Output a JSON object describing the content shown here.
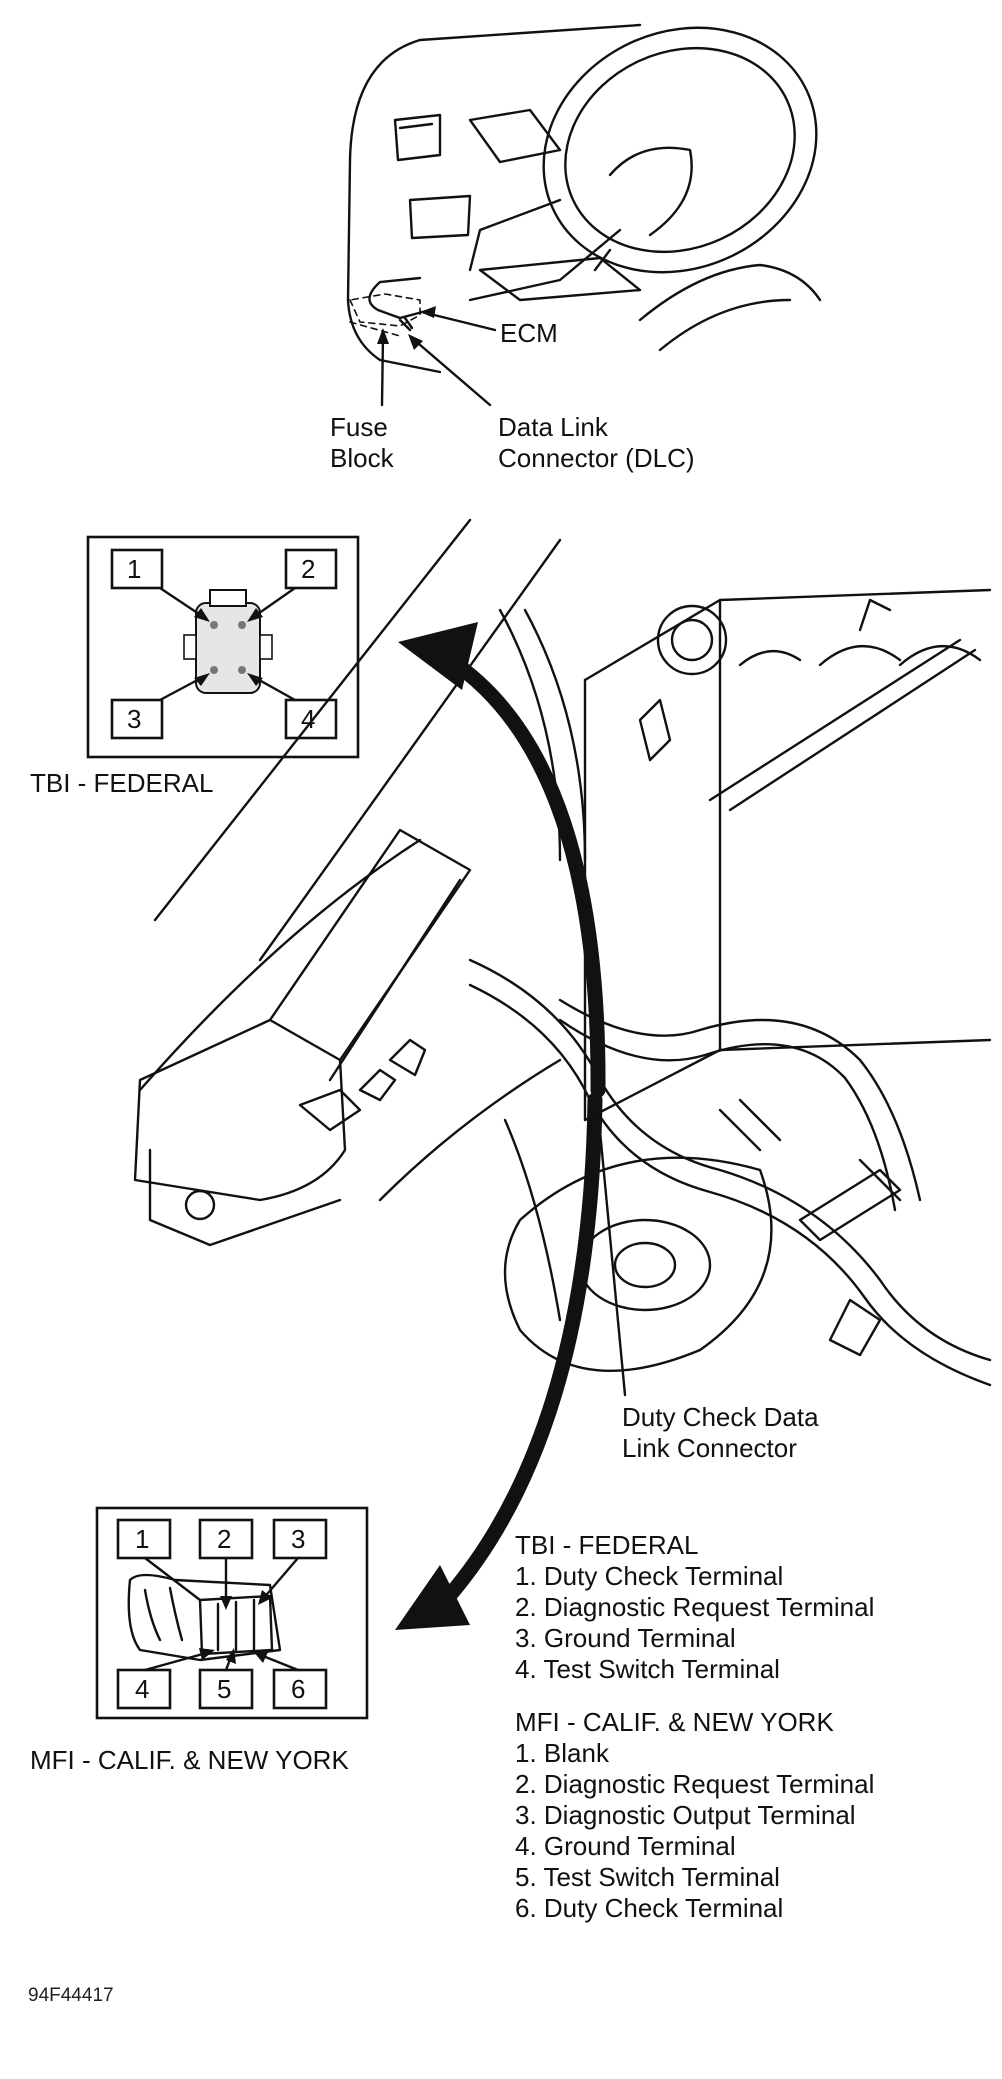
{
  "top_callouts": {
    "ecm": "ECM",
    "fuse_block_line1": "Fuse",
    "fuse_block_line2": "Block",
    "dlc_line1": "Data Link",
    "dlc_line2": "Connector (DLC)"
  },
  "tbi_inset": {
    "caption": "TBI - FEDERAL",
    "pins": [
      "1",
      "2",
      "3",
      "4"
    ]
  },
  "mfi_inset": {
    "caption": "MFI - CALIF. & NEW YORK",
    "pins": [
      "1",
      "2",
      "3",
      "4",
      "5",
      "6"
    ]
  },
  "engine_callout": {
    "line1": "Duty Check Data",
    "line2": "Link Connector"
  },
  "legend": {
    "tbi_title": "TBI - FEDERAL",
    "tbi_items": [
      "1. Duty Check Terminal",
      "2. Diagnostic Request Terminal",
      "3. Ground Terminal",
      "4. Test Switch Terminal"
    ],
    "mfi_title": "MFI - CALIF. & NEW YORK",
    "mfi_items": [
      "1. Blank",
      "2. Diagnostic Request Terminal",
      "3. Diagnostic Output Terminal",
      "4. Ground Terminal",
      "5. Test Switch Terminal",
      "6. Duty Check Terminal"
    ]
  },
  "figure_code": "94F44417"
}
